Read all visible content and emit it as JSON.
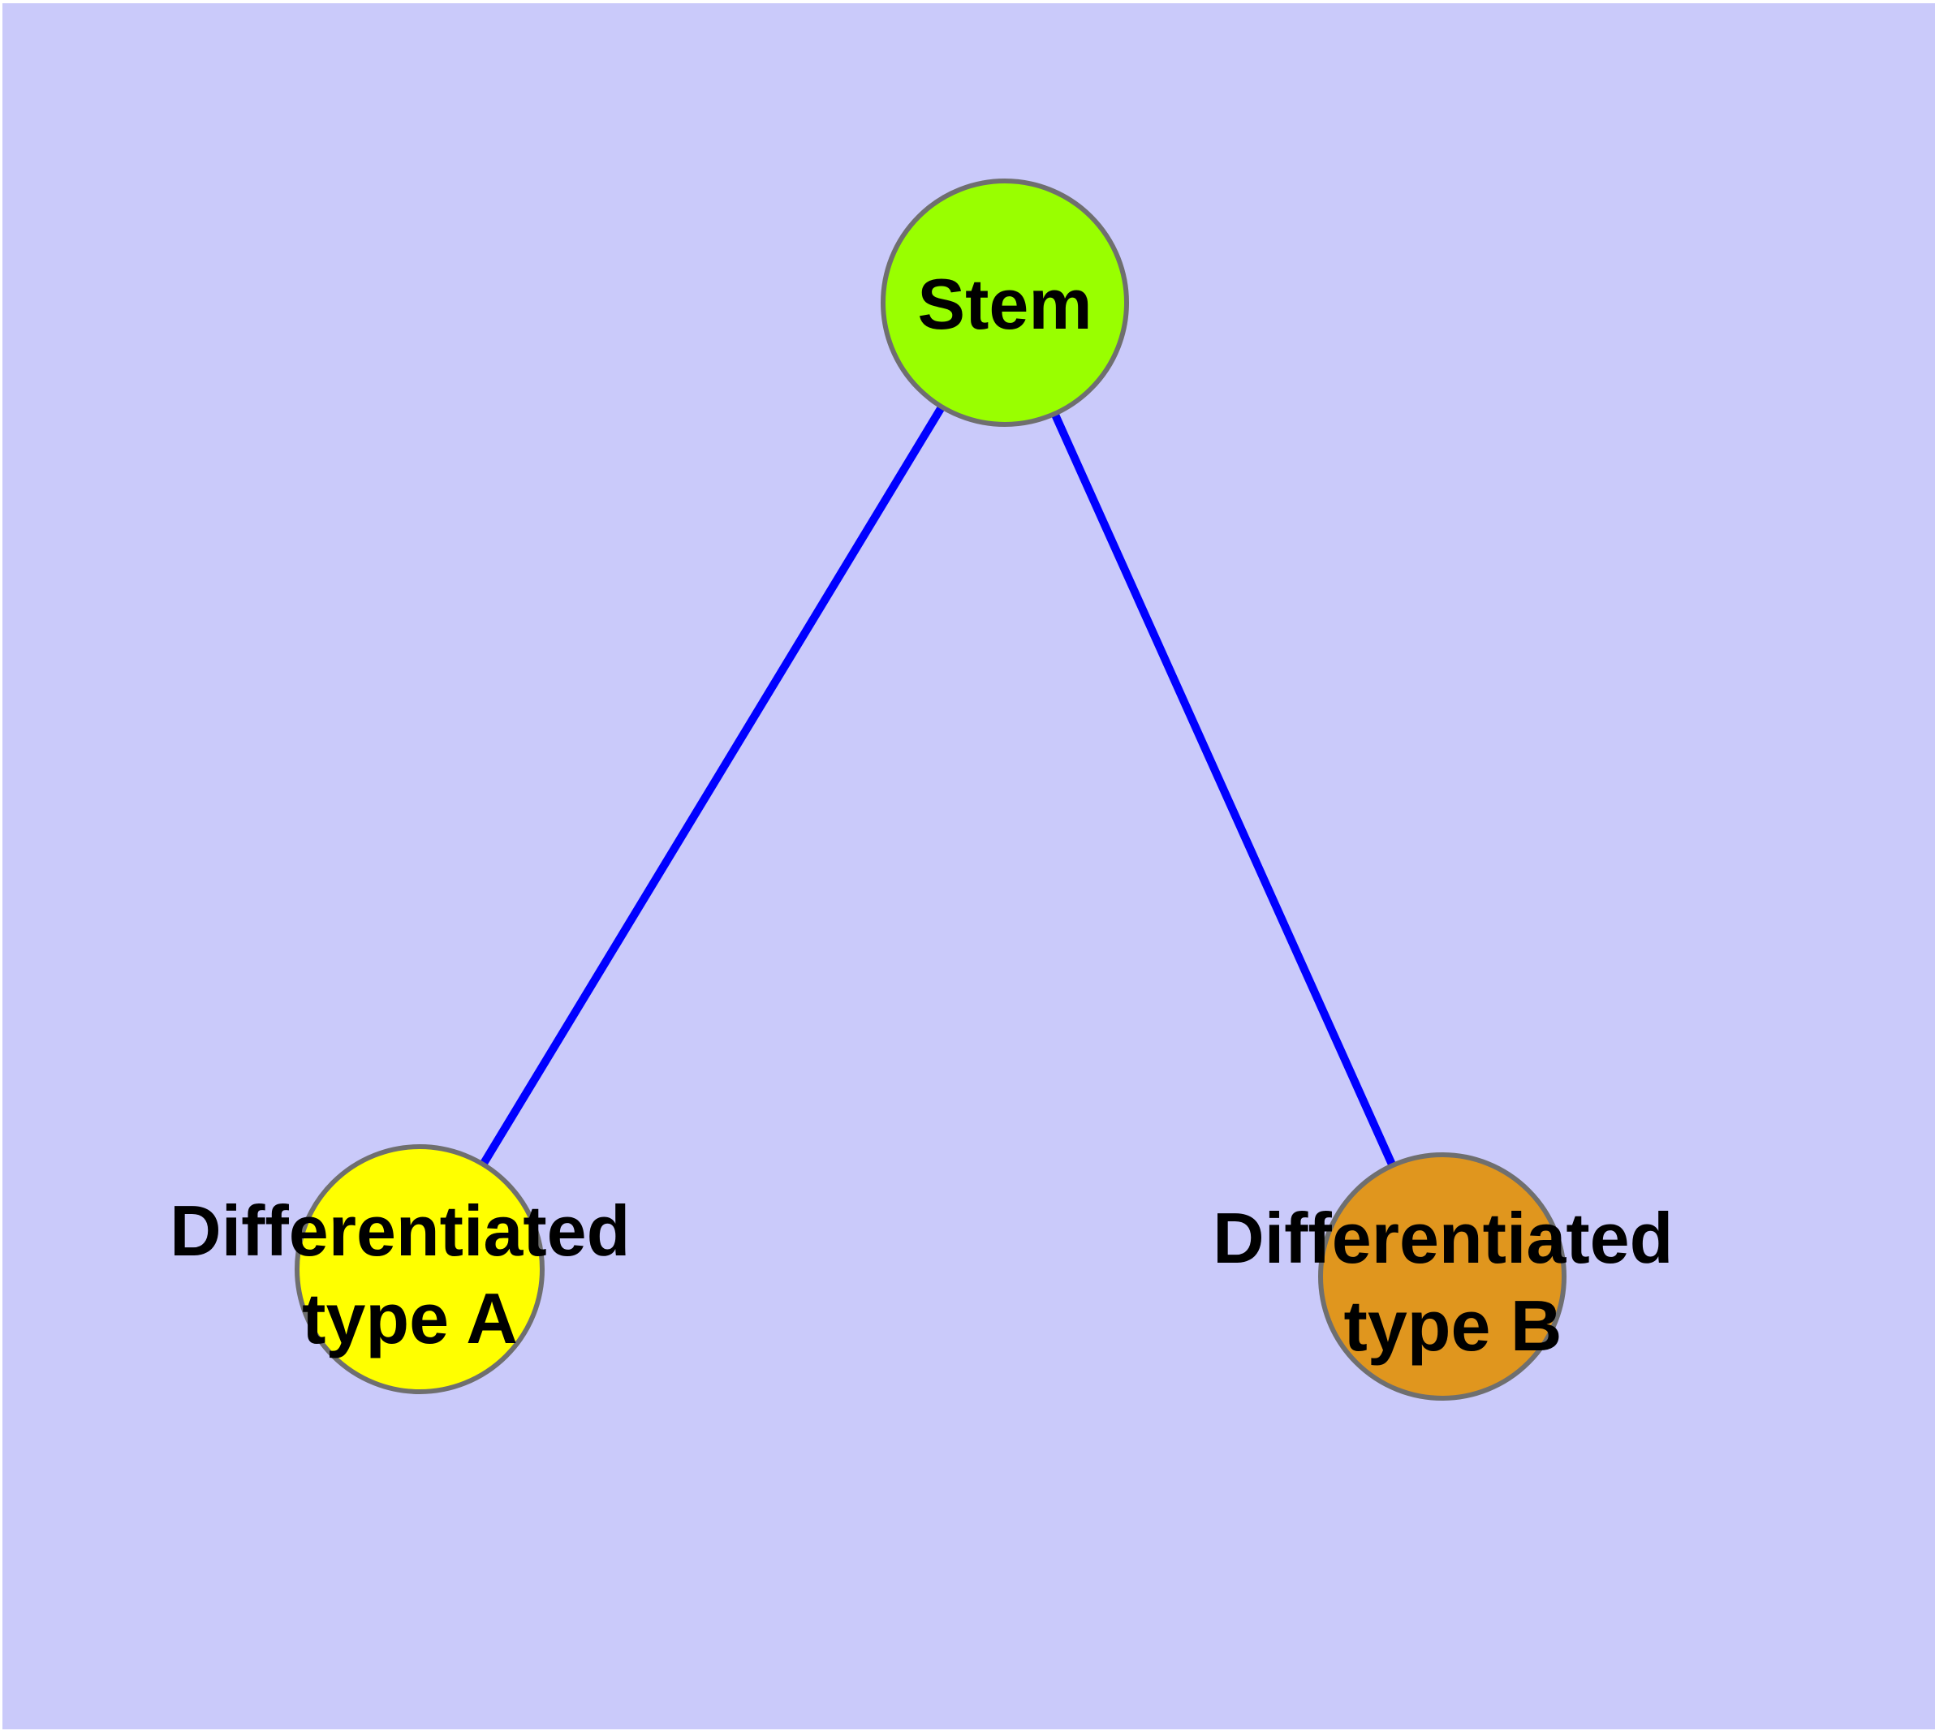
{
  "canvas": {
    "background_color": "#CACAFA",
    "frame_color": "#FFFFFF"
  },
  "diagram": {
    "type": "node-link-graph",
    "nodes": {
      "stem": {
        "label": "Stem",
        "fill": "#99FF00",
        "stroke": "#6F6F6F"
      },
      "typeA": {
        "line1": "Differentiated",
        "line2": "type A",
        "fill": "#FFFF00",
        "stroke": "#6F6F6F"
      },
      "typeB": {
        "line1": "Differentiated",
        "line2": "type B",
        "fill": "#E0961E",
        "stroke": "#6F6F6F"
      }
    },
    "edges": {
      "color": "#0000FF",
      "list": [
        {
          "from": "Stem",
          "to": "Differentiated type A"
        },
        {
          "from": "Stem",
          "to": "Differentiated type B"
        }
      ]
    },
    "label_color": "#000000"
  }
}
